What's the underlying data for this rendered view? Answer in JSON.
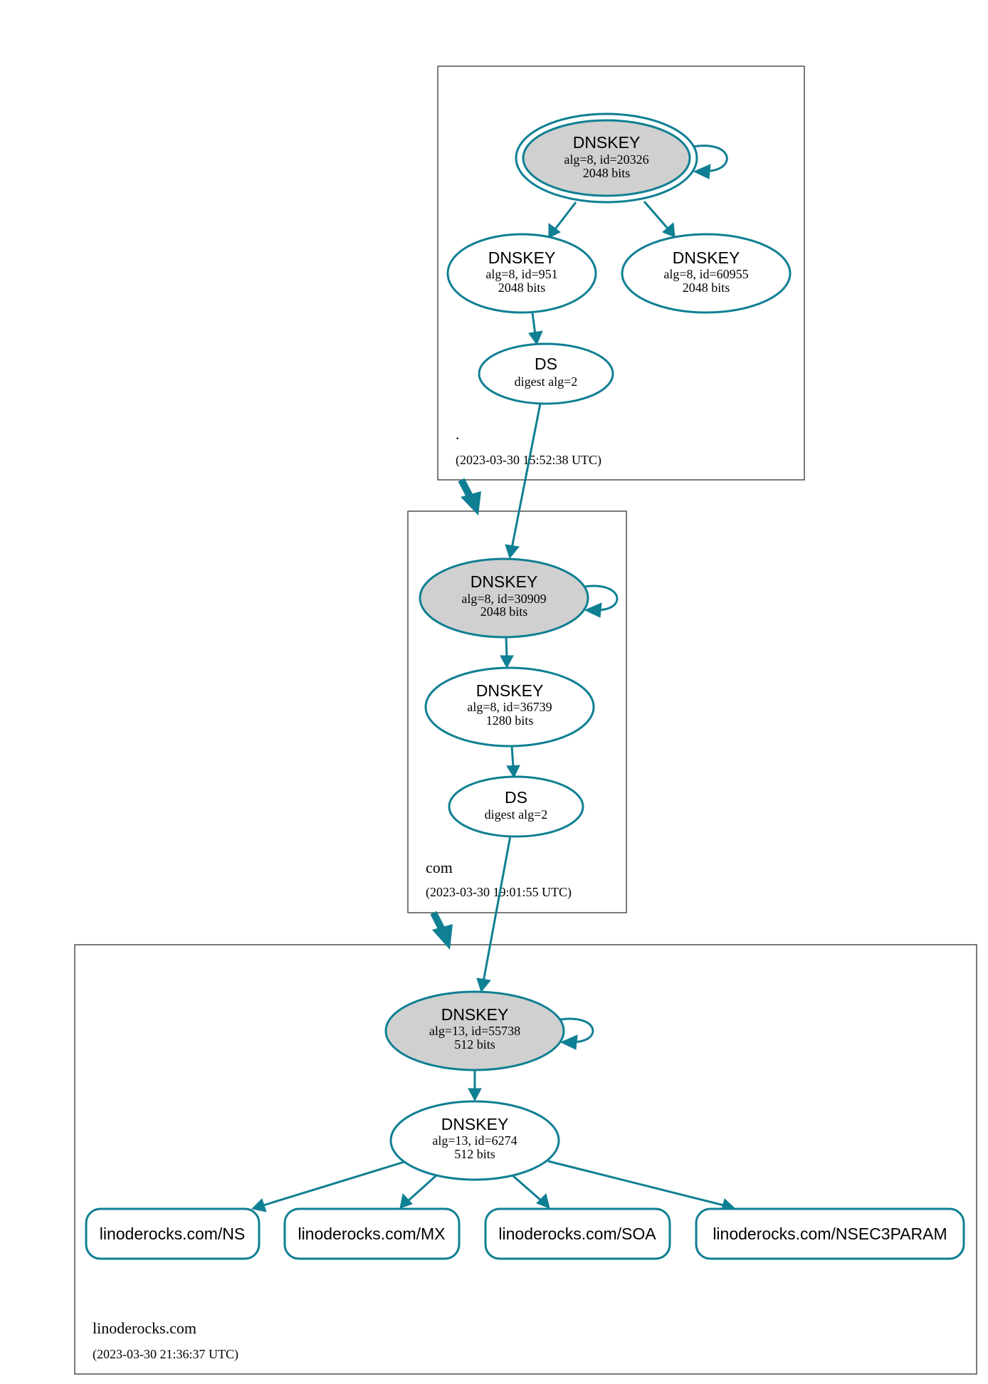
{
  "colors": {
    "edge": "#0f7f93",
    "ksk_fill": "#d0d0d0",
    "box": "#333333"
  },
  "zones": {
    "root": {
      "name": ".",
      "time": "(2023-03-30 15:52:38 UTC)",
      "ksk": {
        "title": "DNSKEY",
        "alg": "alg=8, id=20326",
        "bits": "2048 bits"
      },
      "zsk1": {
        "title": "DNSKEY",
        "alg": "alg=8, id=951",
        "bits": "2048 bits"
      },
      "zsk2": {
        "title": "DNSKEY",
        "alg": "alg=8, id=60955",
        "bits": "2048 bits"
      },
      "ds": {
        "title": "DS",
        "digest": "digest alg=2"
      }
    },
    "com": {
      "name": "com",
      "time": "(2023-03-30 19:01:55 UTC)",
      "ksk": {
        "title": "DNSKEY",
        "alg": "alg=8, id=30909",
        "bits": "2048 bits"
      },
      "zsk": {
        "title": "DNSKEY",
        "alg": "alg=8, id=36739",
        "bits": "1280 bits"
      },
      "ds": {
        "title": "DS",
        "digest": "digest alg=2"
      }
    },
    "linoderocks": {
      "name": "linoderocks.com",
      "time": "(2023-03-30 21:36:37 UTC)",
      "ksk": {
        "title": "DNSKEY",
        "alg": "alg=13, id=55738",
        "bits": "512 bits"
      },
      "zsk": {
        "title": "DNSKEY",
        "alg": "alg=13, id=6274",
        "bits": "512 bits"
      },
      "rrsets": [
        {
          "label": "linoderocks.com/NS"
        },
        {
          "label": "linoderocks.com/MX"
        },
        {
          "label": "linoderocks.com/SOA"
        },
        {
          "label": "linoderocks.com/NSEC3PARAM"
        }
      ]
    }
  }
}
